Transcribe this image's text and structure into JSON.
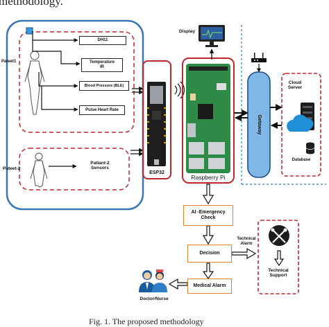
{
  "header_fragment": "methodology.",
  "caption": "Fig. 1.  The proposed methodology",
  "patients": {
    "patient1_label": "Pateet1",
    "patient2_label": "Pateet-2"
  },
  "sensors": [
    {
      "label": "DH11"
    },
    {
      "label": "Temperature IR"
    },
    {
      "label": "Blood Pressure (BLE)"
    },
    {
      "label": "Pulse Heart Rate"
    }
  ],
  "patient2_sensors": "Patiant-2 Sensors",
  "esp32_label": "ESP32",
  "raspberry_label": "Raspberry Pi",
  "display_label": "Display",
  "gateway_label": "Getaway",
  "cloud": {
    "title": "Cloud Server",
    "database": "Database"
  },
  "flow": {
    "ai_check": "AI -Emergency Check",
    "decision": "Decision",
    "medical_alarm": "Medical Alarm",
    "doctor": "Doctor/Nurse",
    "technical_alarm": "Technical Alarm",
    "technical_support": "Technical Support"
  },
  "colors": {
    "blue_frame": "#3a76b5",
    "red_dashed": "#c0272d",
    "orange_box": "#e3822e",
    "gateway_blue": "#7fb7e6",
    "cloud_blue": "#1f8fd6"
  }
}
